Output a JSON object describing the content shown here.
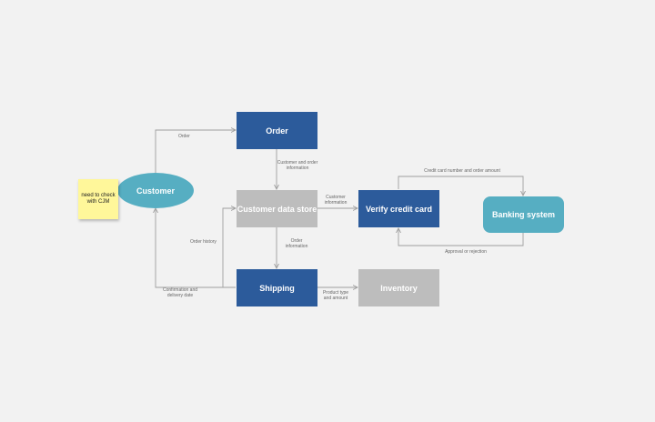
{
  "nodes": {
    "customer": "Customer",
    "order": "Order",
    "customer_data_store": "Customer data store",
    "verify_credit_card": "Verify credit card",
    "banking_system": "Banking system",
    "shipping": "Shipping",
    "inventory": "Inventory"
  },
  "sticky_note": "need to check with CJM",
  "edge_labels": {
    "order": "Order",
    "customer_and_order_info": "Customer and order information",
    "customer_information": "Customer information",
    "credit_card_and_amount": "Credit card number and order amount",
    "approval_or_rejection": "Approval or rejection",
    "order_information": "Order information",
    "order_history": "Order history",
    "confirmation_and_delivery": "Confirmation and delivery date",
    "product_type_and_amount": "Product type and amount"
  },
  "colors": {
    "dark_blue": "#2c5b9b",
    "grey": "#bdbdbd",
    "teal": "#56aec2",
    "sticky": "#fff79a",
    "connector": "#9e9e9e",
    "background": "#f2f2f2"
  }
}
